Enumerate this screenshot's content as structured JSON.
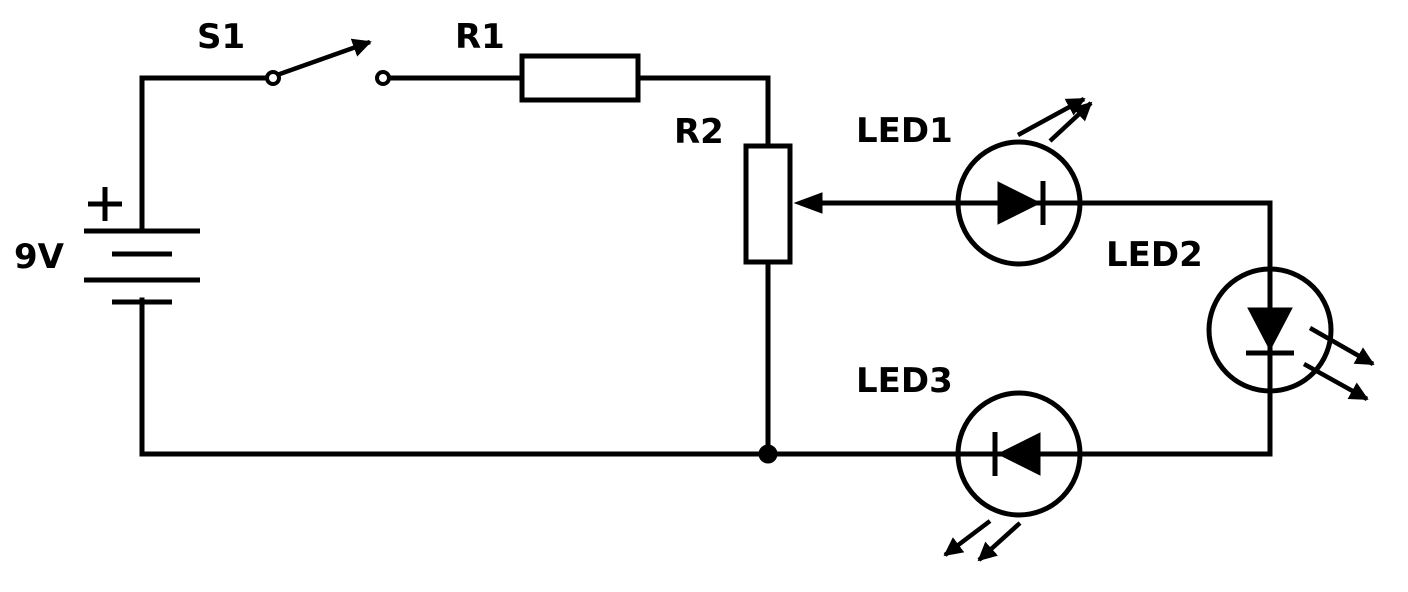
{
  "components": {
    "battery": {
      "label": "9V",
      "polarity": "+"
    },
    "switch": {
      "label": "S1"
    },
    "resistor": {
      "label": "R1"
    },
    "potentiometer": {
      "label": "R2"
    },
    "led1": {
      "label": "LED1"
    },
    "led2": {
      "label": "LED2"
    },
    "led3": {
      "label": "LED3"
    }
  },
  "colors": {
    "ink": "#000000",
    "background": "#ffffff"
  }
}
